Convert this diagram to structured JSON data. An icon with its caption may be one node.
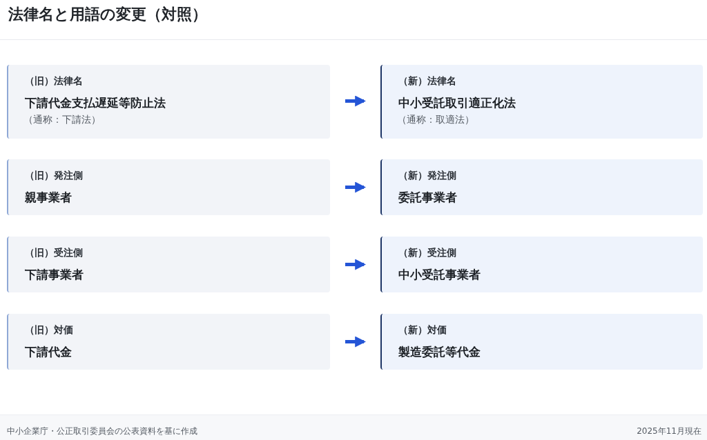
{
  "diagram": {
    "title": "法律名と用語の変更（対照）",
    "nodes": [
      {
        "text": [
          "（旧）法律名",
          "下請代金支払遅延等防止法",
          "（通称：下請法）"
        ]
      },
      {
        "text": [
          "（新）法律名",
          "中小受託取引適正化法",
          "（通称：取適法）"
        ]
      },
      {
        "text": [
          "（旧）発注側",
          "親事業者"
        ]
      },
      {
        "text": [
          "（新）発注側",
          "委託事業者"
        ]
      },
      {
        "text": [
          "（旧）受注側",
          "下請事業者"
        ]
      },
      {
        "text": [
          "（新）受注側",
          "中小受託事業者"
        ]
      },
      {
        "text": [
          "（旧）対価",
          "下請代金"
        ]
      },
      {
        "text": [
          "（新）対価",
          "製造委託等代金"
        ]
      }
    ],
    "edges": [
      {
        "from": 0,
        "to": 1,
        "arrow": "to"
      },
      {
        "from": 2,
        "to": 3,
        "arrow": "to"
      },
      {
        "from": 4,
        "to": 5,
        "arrow": "to"
      },
      {
        "from": 6,
        "to": 7,
        "arrow": "to"
      }
    ],
    "caption": "中小企業庁・公正取引委員会の公表資料を基に作成",
    "labels": [
      "2025年11月現在"
    ]
  }
}
